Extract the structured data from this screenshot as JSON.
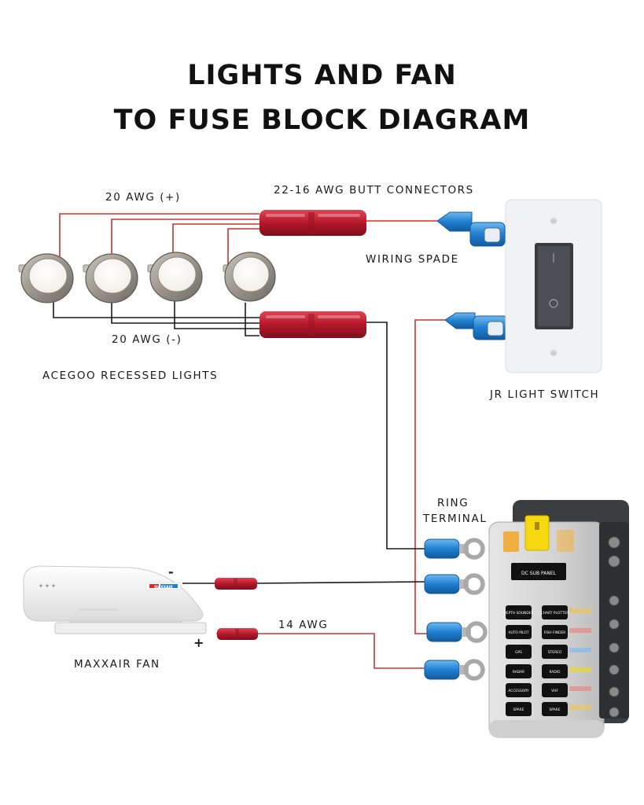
{
  "title": {
    "line1": "LIGHTS AND FAN",
    "line2": "TO FUSE BLOCK DIAGRAM"
  },
  "labels": {
    "awg_pos": "20 AWG (+)",
    "awg_neg": "20 AWG (-)",
    "butt_connectors": "22-16 AWG BUTT CONNECTORS",
    "wiring_spade": "WIRING SPADE",
    "recessed_lights": "ACEGOO RECESSED LIGHTS",
    "light_switch": "JR LIGHT SWITCH",
    "ring_terminal_1": "RING",
    "ring_terminal_2": "TERMINAL",
    "awg_14": "14 AWG",
    "fan": "MAXXAIR FAN",
    "fan_minus": "-",
    "fan_plus": "+"
  },
  "fuse_block": {
    "panel_label": "DC SUB PANEL",
    "circuits_left": [
      "DEPTH SOUNDER",
      "AUTO PILOT",
      "GPS",
      "RADAR",
      "ACCESSORY",
      "SPARE"
    ],
    "circuits_right": [
      "CHART PLOTTER",
      "FISH FINDER",
      "STEREO",
      "RADIO",
      "VHF",
      "SPARE"
    ]
  },
  "fan_brand": "MAXXAIR",
  "colors": {
    "positive_wire": "#d0312d",
    "negative_wire": "#1a1a1a",
    "butt_connector": "#c41e2e",
    "terminal_blue": "#1f7fd0",
    "fuse_yellow": "#f5d80f"
  }
}
